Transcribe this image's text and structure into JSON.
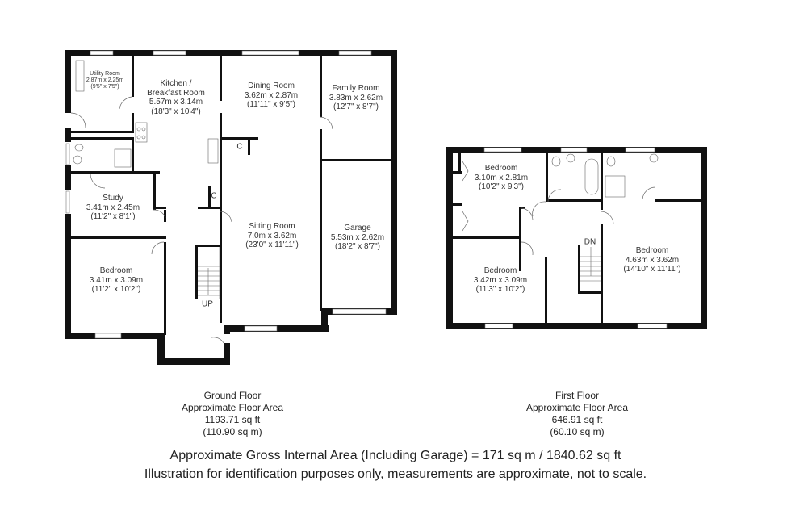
{
  "ground_floor": {
    "rooms": {
      "utility": {
        "name": "Utility Room",
        "metric": "2.87m x 2.25m",
        "imperial": "(9'5\" x 7'5\")"
      },
      "kitchen": {
        "name1": "Kitchen /",
        "name2": "Breakfast Room",
        "metric": "5.57m x 3.14m",
        "imperial": "(18'3\" x 10'4\")"
      },
      "dining": {
        "name": "Dining Room",
        "metric": "3.62m x 2.87m",
        "imperial": "(11'11\" x 9'5\")"
      },
      "family": {
        "name": "Family Room",
        "metric": "3.83m x 2.62m",
        "imperial": "(12'7\" x 8'7\")"
      },
      "study": {
        "name": "Study",
        "metric": "3.41m x 2.45m",
        "imperial": "(11'2\" x 8'1\")"
      },
      "sitting": {
        "name": "Sitting Room",
        "metric": "7.0m x 3.62m",
        "imperial": "(23'0\" x 11'11\")"
      },
      "garage": {
        "name": "Garage",
        "metric": "5.53m x 2.62m",
        "imperial": "(18'2\" x 8'7\")"
      },
      "bedroom": {
        "name": "Bedroom",
        "metric": "3.41m x 3.09m",
        "imperial": "(11'2\" x 10'2\")"
      }
    },
    "cupboard_label": "C",
    "stairs_label": "UP",
    "caption": {
      "title": "Ground Floor",
      "subtitle": "Approximate Floor Area",
      "sqft": "1193.71 sq ft",
      "sqm": "(110.90 sq m)"
    }
  },
  "first_floor": {
    "rooms": {
      "bedroom1": {
        "name": "Bedroom",
        "metric": "3.10m x 2.81m",
        "imperial": "(10'2\" x 9'3\")"
      },
      "bedroom2": {
        "name": "Bedroom",
        "metric": "3.42m x 3.09m",
        "imperial": "(11'3\" x 10'2\")"
      },
      "bedroom3": {
        "name": "Bedroom",
        "metric": "4.63m x 3.62m",
        "imperial": "(14'10\" x 11'11\")"
      }
    },
    "stairs_label": "DN",
    "caption": {
      "title": "First Floor",
      "subtitle": "Approximate Floor Area",
      "sqft": "646.91 sq ft",
      "sqm": "(60.10 sq m)"
    }
  },
  "footer": {
    "gross_area": "Approximate Gross Internal Area (Including Garage) = 171 sq m / 1840.62 sq ft",
    "disclaimer": "Illustration for identification purposes only, measurements are approximate, not to scale."
  },
  "colors": {
    "wall": "#111111",
    "line": "#555555",
    "window": "#ffffff"
  }
}
